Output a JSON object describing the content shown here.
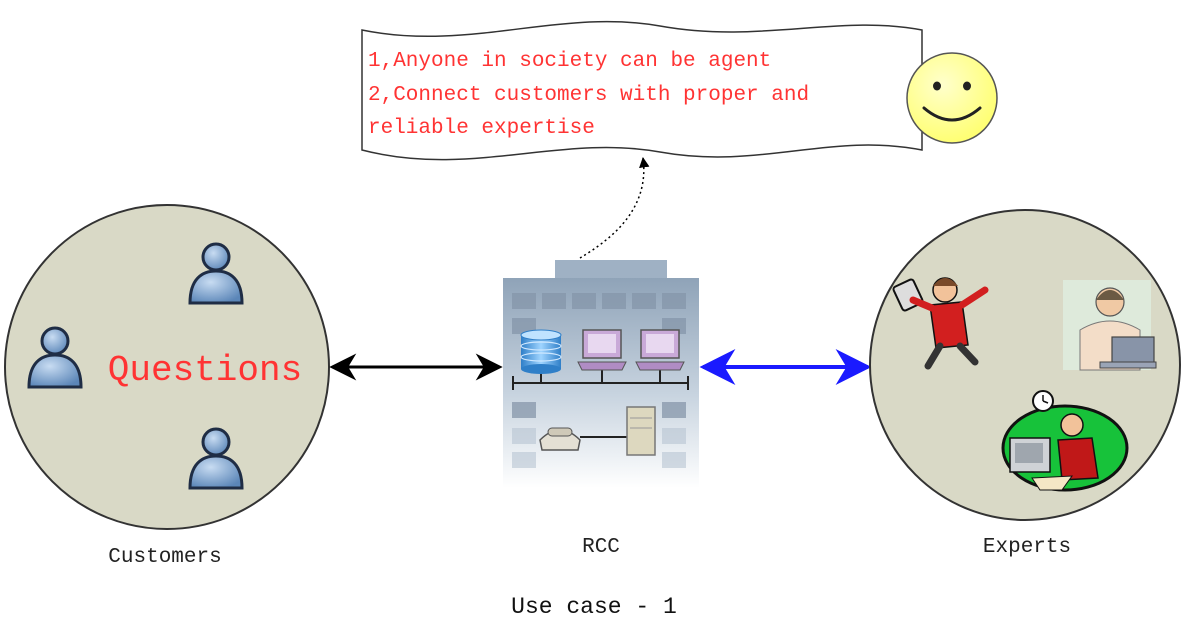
{
  "note": {
    "lines": [
      "1,Anyone in society can be agent",
      "2,Connect customers with proper and",
      "reliable expertise"
    ]
  },
  "customers": {
    "label": "Customers",
    "center_text": "Questions"
  },
  "rcc": {
    "label": "RCC"
  },
  "experts": {
    "label": "Experts"
  },
  "caption": "Use case - 1",
  "colors": {
    "circle_fill": "#d9d9c6",
    "note_text": "#ff3333",
    "questions_text": "#ff3333",
    "expert_link": "#1a1aff",
    "customer_link": "#000000",
    "smiley": "#ffff99"
  },
  "icons": [
    "user-icon",
    "database-icon",
    "computer-icon",
    "phone-icon",
    "server-icon",
    "smiley-icon",
    "expert-clipart"
  ]
}
